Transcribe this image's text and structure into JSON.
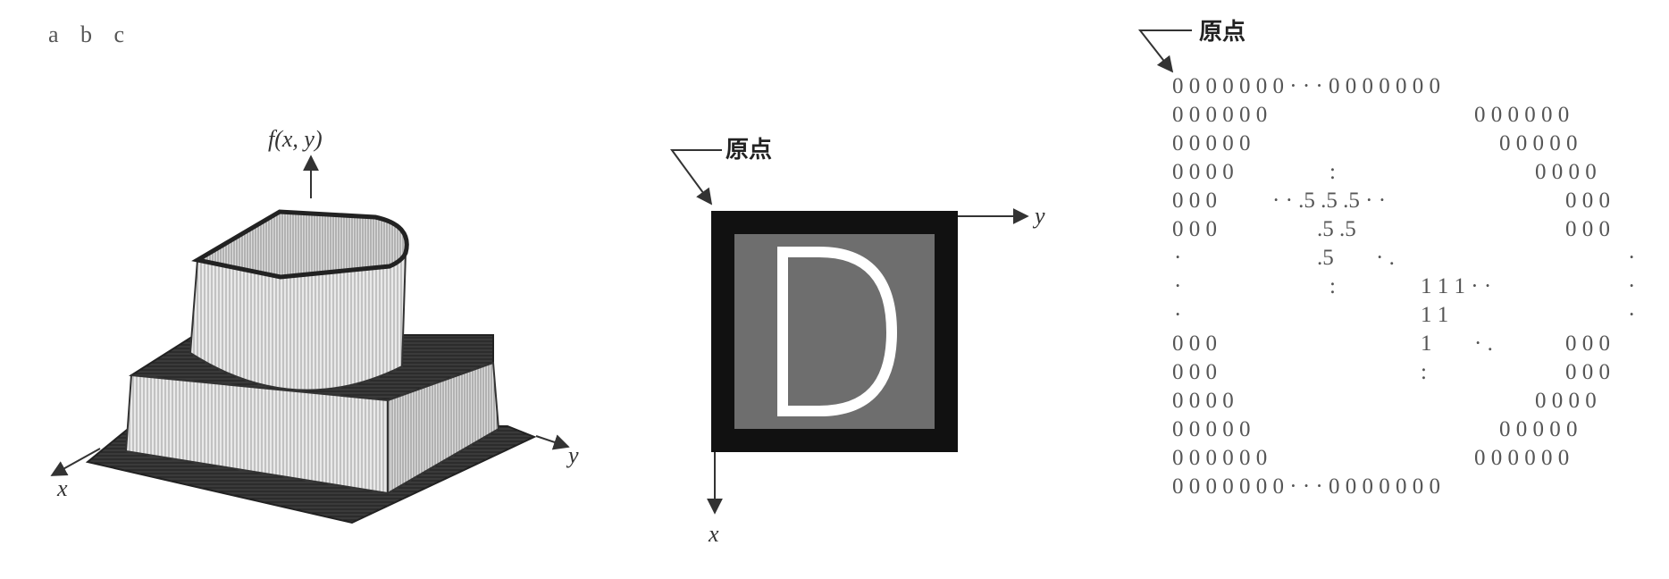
{
  "panel_labels": [
    "a",
    "b",
    "c"
  ],
  "panel_a": {
    "z_axis_label": "f(x, y)",
    "x_axis_label": "x",
    "y_axis_label": "y"
  },
  "panel_b": {
    "origin_label": "原点",
    "x_axis_label": "x",
    "y_axis_label": "y",
    "letter": "D",
    "colors": {
      "border": "#111111",
      "background": "#6e6e6e",
      "letter": "#ffffff"
    }
  },
  "panel_c": {
    "origin_label": "原点",
    "rows": [
      [
        "0 0 0 0 0 0 0 · · · 0 0 0 0 0 0 0"
      ],
      [
        "0 0 0 0 0 0",
        "0 0 0 0 0 0"
      ],
      [
        "0 0 0 0 0",
        "0 0 0 0 0"
      ],
      [
        "0 0 0 0",
        ":",
        "0 0 0 0"
      ],
      [
        "0 0 0",
        "· · .5 .5 .5 · ·",
        "0 0 0"
      ],
      [
        "0 0 0",
        ".5 .5",
        "0 0 0"
      ],
      [
        "·",
        ".5",
        "· .",
        "·"
      ],
      [
        "·",
        ":",
        "1 1 1 · ·",
        "·"
      ],
      [
        "·",
        "1 1",
        "·"
      ],
      [
        "0 0 0",
        "1",
        "· .",
        "0 0 0"
      ],
      [
        "0 0 0",
        ":",
        "0 0 0"
      ],
      [
        "0 0 0 0",
        "0 0 0 0"
      ],
      [
        "0 0 0 0 0",
        "0 0 0 0 0"
      ],
      [
        "0 0 0 0 0 0",
        "0 0 0 0 0 0"
      ],
      [
        "0 0 0 0 0 0 0 · · · 0 0 0 0 0 0 0"
      ]
    ]
  }
}
